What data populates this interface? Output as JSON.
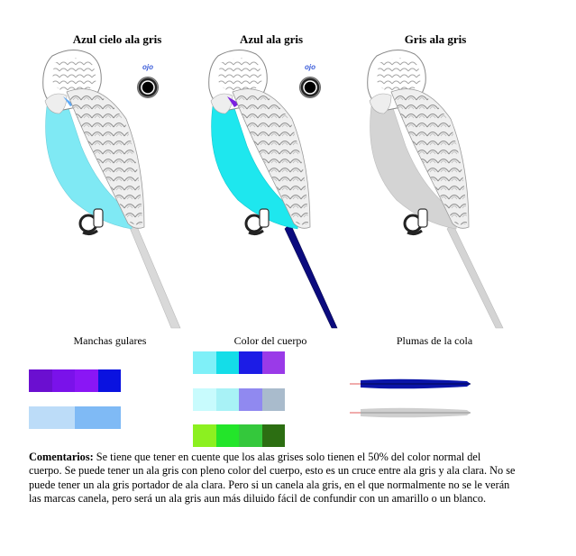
{
  "birds": [
    {
      "title": "Azul cielo ala gris",
      "eye_label": "ojo",
      "body_color": "#7fe9f4",
      "tail_color": "#d9d9d9",
      "cheek_color": "#5da9f5"
    },
    {
      "title": "Azul ala gris",
      "eye_label": "ojo",
      "body_color": "#1ee7ee",
      "tail_color": "#0b0b7e",
      "cheek_color": "#7b1fe0"
    },
    {
      "title": "Gris ala gris",
      "eye_label": "",
      "body_color": "#d4d4d4",
      "tail_color": "#d4d4d4",
      "cheek_color": "#bdbdbd"
    }
  ],
  "sections": {
    "throat": "Manchas gulares",
    "body": "Color del cuerpo",
    "tail": "Plumas de la cola"
  },
  "swatches": {
    "throat_rows": [
      [
        "#6b0fd0",
        "#7a12ea",
        "#8a16f5",
        "#0a12e0"
      ],
      [
        "#bcdcf8",
        "#7fbaf5"
      ]
    ],
    "body_rows": [
      [
        "#7ff0f8",
        "#14dde8",
        "#1c1ce6",
        "#9a3ae8"
      ],
      [
        "#c8fbfd",
        "#a8f2f6",
        "#9089f0",
        "#a9bbcc"
      ],
      [
        "#8cf020",
        "#23e52a",
        "#34c83c",
        "#2c6e12"
      ]
    ],
    "tail_colors": [
      "#0a14a8",
      "#cfcfcf"
    ]
  },
  "comment": {
    "label": "Comentarios:",
    "text": " Se tiene que tener en cuente que los alas grises solo tienen el 50% del color normal del cuerpo. Se puede tener un ala gris con pleno color del cuerpo, esto es un cruce entre ala gris y ala clara. No se puede tener un ala gris portador de ala clara. Pero si un canela ala gris, en el que normalmente no se le verán las marcas canela, pero será un ala gris aun más diluido fácil de confundir con un amarillo o un blanco."
  }
}
